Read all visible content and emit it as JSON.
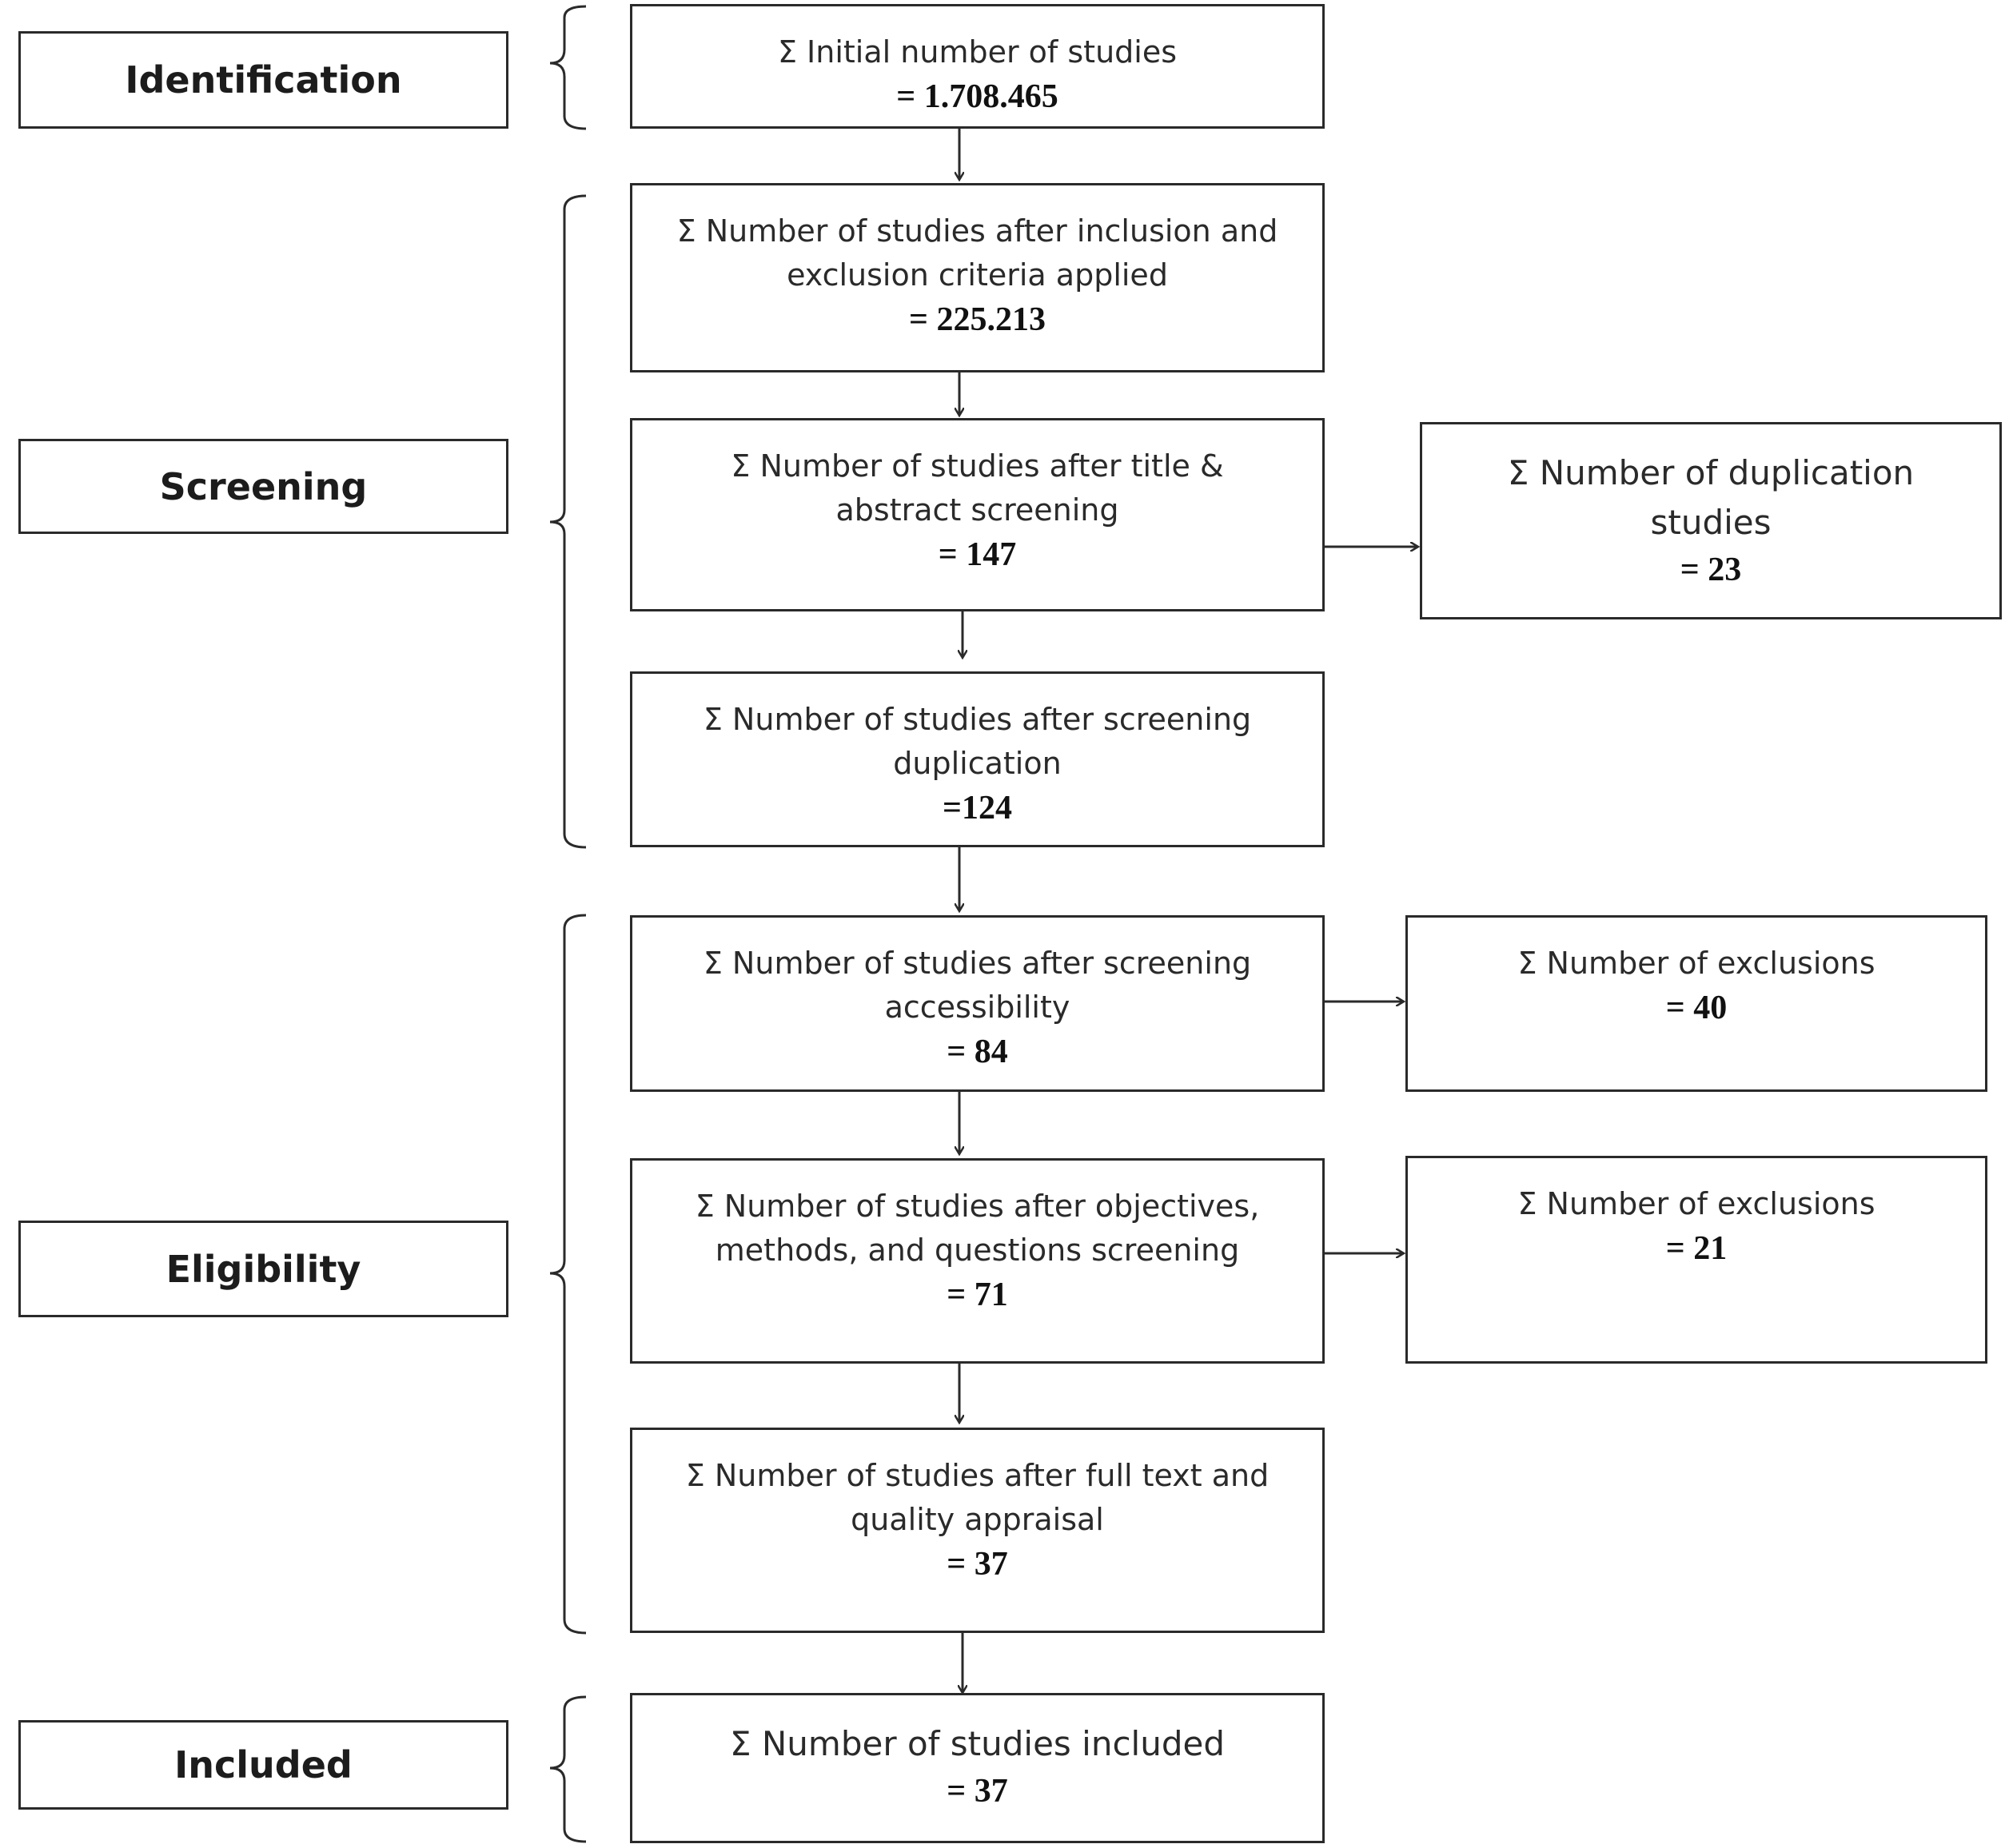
{
  "stages": {
    "identification": "Identification",
    "screening": "Screening",
    "eligibility": "Eligibility",
    "included": "Included"
  },
  "boxes": {
    "initial": {
      "label": "Σ Initial number of studies",
      "value": "= 1.708.465"
    },
    "criteria": {
      "label": "Σ Number of studies after inclusion and exclusion criteria applied",
      "value": "= 225.213"
    },
    "title_abstract": {
      "label": "Σ Number of studies after title & abstract screening",
      "value": "= 147"
    },
    "duplication": {
      "label": "Σ Number of duplication studies",
      "value": "= 23"
    },
    "dedup": {
      "label": "Σ Number of studies after screening duplication",
      "value": "=124"
    },
    "accessibility": {
      "label": "Σ Number of studies after screening accessibility",
      "value": "= 84"
    },
    "exclusions_1": {
      "label": "Σ Number of exclusions",
      "value": "= 40"
    },
    "objectives": {
      "label": "Σ Number of studies after objectives, methods, and questions screening",
      "value": "= 71"
    },
    "exclusions_2": {
      "label": "Σ Number of exclusions",
      "value": "= 21"
    },
    "full_text": {
      "label": "Σ Number of studies after full text and quality appraisal",
      "value": "= 37"
    },
    "included": {
      "label": "Σ Number of studies included",
      "value": "= 37"
    }
  },
  "colors": {
    "line": "#2a2a2a",
    "text": "#2a2a2a",
    "background": "#ffffff"
  }
}
